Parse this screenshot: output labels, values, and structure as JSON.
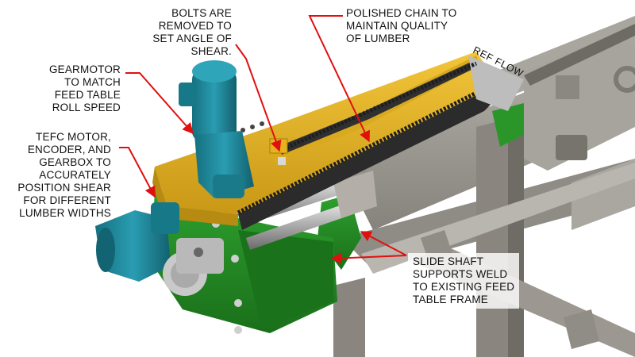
{
  "callouts": {
    "bolts": [
      "BOLTS ARE",
      "REMOVED TO",
      "SET ANGLE OF",
      "SHEAR."
    ],
    "chain": [
      "POLISHED CHAIN TO",
      "MAINTAIN QUALITY",
      "OF LUMBER"
    ],
    "gearmotor": [
      "GEARMOTOR",
      "TO MATCH",
      "FEED TABLE",
      "ROLL SPEED"
    ],
    "tefc": [
      "TEFC MOTOR,",
      "ENCODER, AND",
      "GEARBOX TO",
      "ACCURATELY",
      "POSITION SHEAR",
      "FOR DIFFERENT",
      "LUMBER WIDTHS"
    ],
    "slide": [
      "SLIDE SHAFT",
      "SUPPORTS WELD",
      "TO EXISTING FEED",
      "TABLE FRAME"
    ]
  },
  "flow_label": "REF FLOW",
  "colors": {
    "arrow": "#e01010",
    "shear_yellow": "#e8b424",
    "motor_teal": "#1f8aa0",
    "bracket_green": "#1f8c1f",
    "frame_gray": "#9a9690",
    "chain_dark": "#2a2a2a",
    "steel": "#c8c8c8"
  }
}
